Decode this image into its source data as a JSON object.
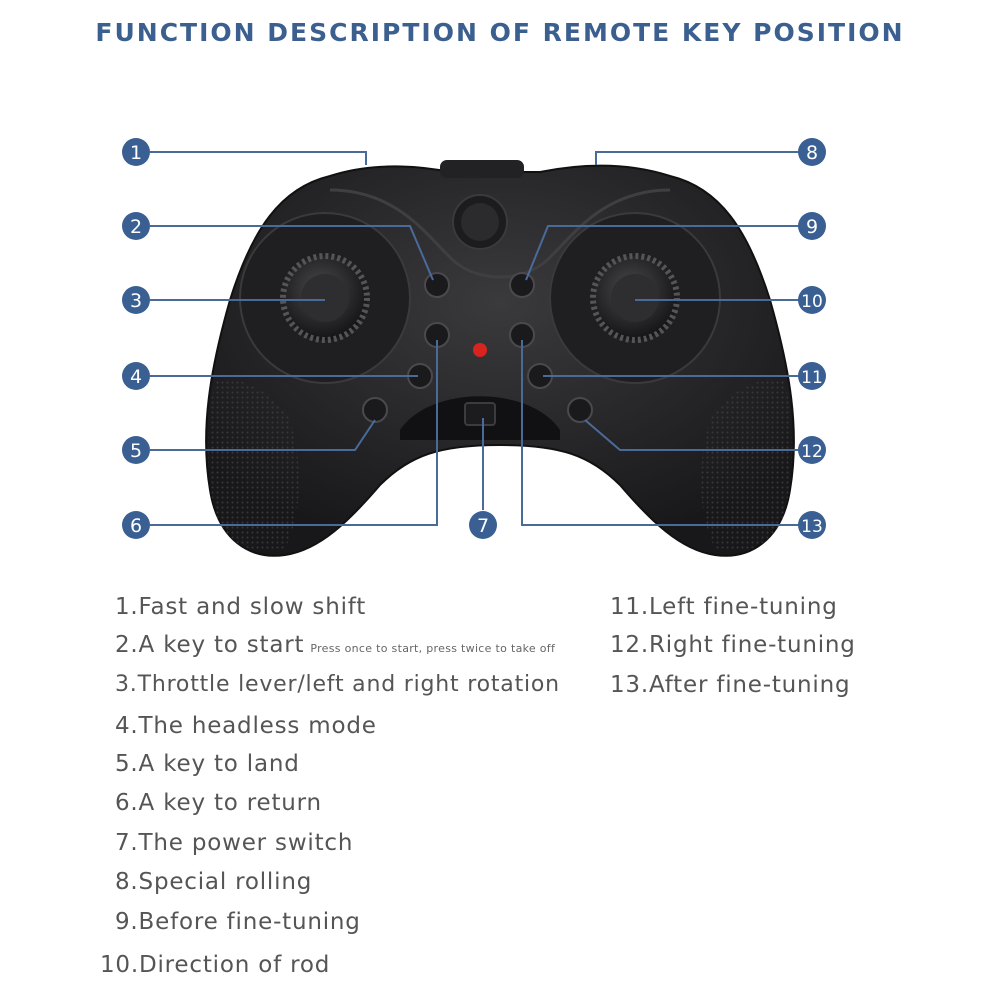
{
  "title": "FUNCTION DESCRIPTION OF REMOTE KEY POSITION",
  "callouts": [
    "1",
    "2",
    "3",
    "4",
    "5",
    "6",
    "7",
    "8",
    "9",
    "10",
    "11",
    "12",
    "13"
  ],
  "functions": [
    {
      "text": "1.Fast and slow shift",
      "note": ""
    },
    {
      "text": "2.A key to start",
      "note": "Press once to start, press twice to take off"
    },
    {
      "text": "3.Throttle lever/left and right rotation",
      "note": ""
    },
    {
      "text": "4.The headless mode",
      "note": ""
    },
    {
      "text": "5.A key to land",
      "note": ""
    },
    {
      "text": "6.A key to return",
      "note": ""
    },
    {
      "text": "7.The power switch",
      "note": ""
    },
    {
      "text": "8.Special rolling",
      "note": ""
    },
    {
      "text": "9.Before fine-tuning",
      "note": ""
    },
    {
      "text": "10.Direction of rod",
      "note": ""
    },
    {
      "text": "11.Left fine-tuning",
      "note": ""
    },
    {
      "text": "12.Right fine-tuning",
      "note": ""
    },
    {
      "text": "13.After fine-tuning",
      "note": ""
    }
  ],
  "colors": {
    "title": "#3b5f8f",
    "callout": "#3a5f92",
    "line": "#4a6b9a",
    "text": "#555555",
    "controller": "#2a2a2c",
    "led": "#d8241e"
  }
}
